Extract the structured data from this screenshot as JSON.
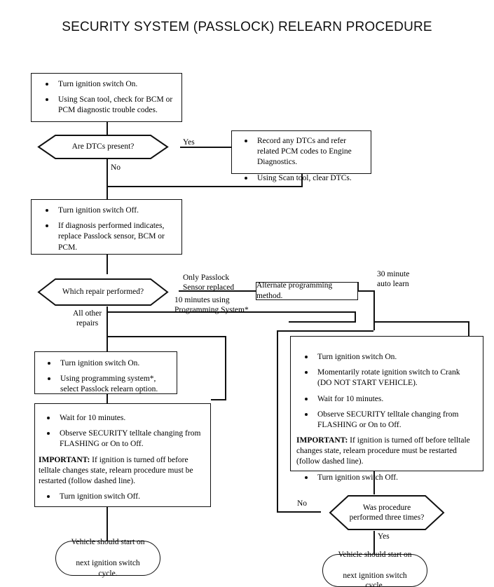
{
  "title": "SECURITY SYSTEM (PASSLOCK) RELEARN PROCEDURE",
  "nodes": {
    "start": {
      "bullets": [
        "Turn ignition switch On.",
        "Using Scan tool, check for BCM or PCM diagnostic trouble codes."
      ]
    },
    "dtc_decision": {
      "text": "Are DTCs present?"
    },
    "record_dtcs": {
      "bullets": [
        "Record any DTCs and refer related PCM codes to Engine Diagnostics.",
        "Using Scan tool, clear DTCs."
      ]
    },
    "repair": {
      "bullets": [
        "Turn ignition switch Off.",
        "If diagnosis performed indicates, replace Passlock sensor, BCM or PCM."
      ]
    },
    "repair_decision": {
      "text": "Which repair performed?"
    },
    "alternate": {
      "text": "Alternate programming method."
    },
    "left_prog": {
      "bullets": [
        "Turn ignition switch On.",
        "Using programming system*, select Passlock relearn option."
      ]
    },
    "left_wait": {
      "bullets_top": [
        "Wait for 10 minutes.",
        "Observe SECURITY telltale changing from FLASHING or On to Off."
      ],
      "important_label": "IMPORTANT:",
      "important_text": " If ignition is turned off before telltale changes state, relearn procedure must be restarted (follow dashed line).",
      "bullets_bottom": [
        "Turn ignition switch Off."
      ]
    },
    "right_crank": {
      "bullets_top": [
        "Turn ignition switch On.",
        "Momentarily rotate ignition switch to Crank (DO NOT START VEHICLE).",
        "Wait for 10 minutes.",
        "Observe SECURITY telltale changing from FLASHING or On to Off."
      ],
      "important_label": "IMPORTANT:",
      "important_text": " If ignition is turned off before telltale changes state, relearn procedure must be restarted (follow dashed line).",
      "bullets_bottom": [
        "Turn ignition switch Off."
      ]
    },
    "three_times_decision": {
      "line1": "Was procedure",
      "line2": "performed three times?"
    },
    "end_left": {
      "line1": "Vehicle should start on",
      "line2": "next ignition switch cycle."
    },
    "end_right": {
      "line1": "Vehicle should start on",
      "line2": "next ignition switch cycle."
    }
  },
  "edge_labels": {
    "yes_dtc": "Yes",
    "no_dtc": "No",
    "only_passlock": "Only Passlock\nSensor replaced",
    "ten_minutes": "10 minutes using\nProgramming System*",
    "all_other": "All other\nrepairs",
    "thirty_minute": "30 minute\nauto learn",
    "no_three": "No",
    "yes_three": "Yes"
  }
}
